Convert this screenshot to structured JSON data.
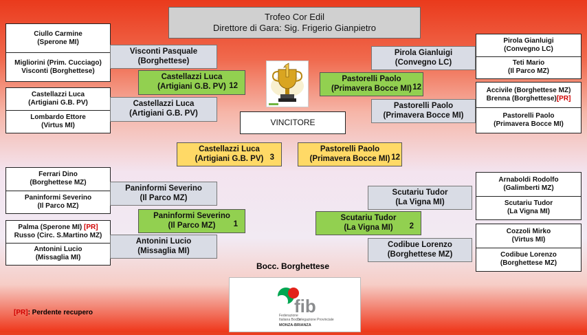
{
  "header": {
    "title": "Trofeo Cor Edil",
    "director": "Direttore di Gara: Sig. Frigerio Gianpietro"
  },
  "center": {
    "winner_label": "VINCITORE"
  },
  "left": {
    "r1": [
      {
        "a": "Ciullo Carmine",
        "a_club": "(Sperone MI)",
        "b": "Migliorini (Prim. Cucciago)",
        "b2": "Visconti (Borghettese)"
      },
      {
        "a": "Castellazzi Luca",
        "a_club": "(Artigiani G.B. PV)",
        "b": "Lombardo Ettore",
        "b_club": "(Virtus MI)"
      },
      {
        "a": "Ferrari Dino",
        "a_club": "(Borghettese MZ)",
        "b": "Paninformi Severino",
        "b_club": "(Il Parco MZ)"
      },
      {
        "a": "Palma (Sperone MI)",
        "a_pr": "[PR]",
        "a2": "Russo (Circ. S.Martino MZ)",
        "b": "Antonini Lucio",
        "b_club": "(Missaglia MI)"
      }
    ],
    "r2": [
      {
        "name": "Visconti Pasquale",
        "club": "(Borghettese)"
      },
      {
        "name": "Castellazzi Luca",
        "club": "(Artigiani G.B. PV)"
      },
      {
        "name": "Paninformi Severino",
        "club": "(Il Parco MZ)"
      },
      {
        "name": "Antonini Lucio",
        "club": "(Missaglia MI)"
      }
    ],
    "r3": [
      {
        "name": "Castellazzi Luca",
        "club": "(Artigiani G.B. PV)",
        "score": "12"
      },
      {
        "name": "Paninformi Severino",
        "club": "(Il Parco MZ)",
        "score": "1"
      }
    ],
    "final": {
      "name": "Castellazzi Luca",
      "club": "(Artigiani G.B. PV)",
      "score": "3"
    }
  },
  "right": {
    "r1": [
      {
        "a": "Pirola Gianluigi",
        "a_club": "(Convegno LC)",
        "b": "Teti Mario",
        "b_club": "(Il Parco MZ)"
      },
      {
        "a": "Accivile (Borghettese MZ)",
        "a2": "Brenna (Borghettese)",
        "a2_pr": "[PR]",
        "b": "Pastorelli Paolo",
        "b_club": "(Primavera Bocce MI)"
      },
      {
        "a": "Arnaboldi Rodolfo",
        "a_club": "(Galimberti MZ)",
        "b": "Scutariu Tudor",
        "b_club": "(La Vigna MI)"
      },
      {
        "a": "Cozzoli Mirko",
        "a_club": "(Virtus MI)",
        "b": "Codibue Lorenzo",
        "b_club": "(Borghettese MZ)"
      }
    ],
    "r2": [
      {
        "name": "Pirola Gianluigi",
        "club": "(Convegno LC)"
      },
      {
        "name": "Pastorelli Paolo",
        "club": "(Primavera Bocce MI)"
      },
      {
        "name": "Scutariu Tudor",
        "club": "(La Vigna MI)"
      },
      {
        "name": "Codibue Lorenzo",
        "club": "(Borghettese MZ)"
      }
    ],
    "r3": [
      {
        "name": "Pastorelli Paolo",
        "club": "(Primavera Bocce MI)",
        "score": "12"
      },
      {
        "name": "Scutariu Tudor",
        "club": "(La Vigna MI)",
        "score": "2"
      }
    ],
    "final": {
      "name": "Pastorelli Paolo",
      "club": "(Primavera Bocce MI)",
      "score": "12"
    }
  },
  "footer": {
    "host": "Bocc. Borghettese",
    "legend_tag": "[PR]",
    "legend_text": ": Perdente recupero",
    "logo_text": "fib",
    "logo_sub1": "Federazione",
    "logo_sub2": "Italiana Bocce",
    "logo_sub3": "Delegazione Provinciale",
    "logo_sub4": "MONZA-BRIANZA"
  },
  "colors": {
    "pr": "#d00000",
    "winner": "#ffd966",
    "semi": "#92d050",
    "logo_green": "#00a651",
    "logo_red": "#e2231a",
    "logo_grey": "#8a8c8e"
  }
}
